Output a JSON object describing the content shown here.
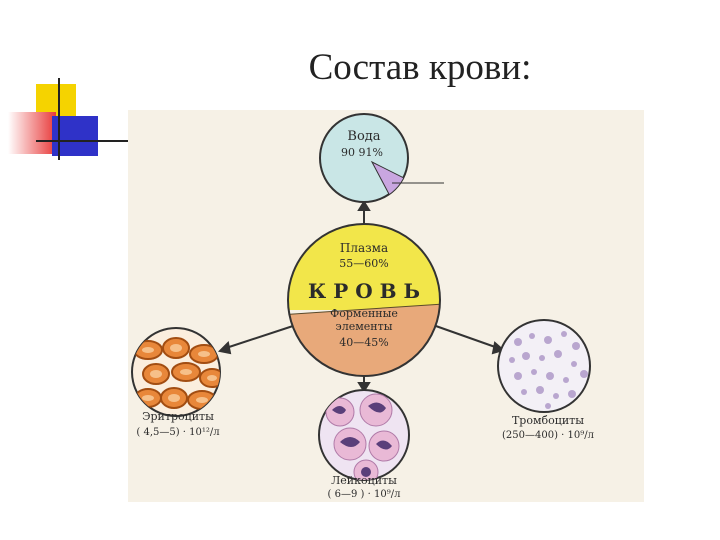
{
  "slide": {
    "title": "Состав крови:"
  },
  "diagram": {
    "center": {
      "plasma_label": "Плазма",
      "plasma_pct": "55—60%",
      "main_label": "К Р О В Ь",
      "formed_label_1": "Форменные",
      "formed_label_2": "элементы",
      "formed_pct": "40—45%"
    },
    "water": {
      "label": "Вода",
      "pct": "90  91%"
    },
    "erythrocytes": {
      "label": "Эритроциты",
      "value": "( 4,5—5) · 10¹²/л"
    },
    "leukocytes": {
      "label": "Лейкоциты",
      "value": "( 6—9 ) · 10⁹/л"
    },
    "thrombocytes": {
      "label": "Тромбоциты",
      "value": "(250—400) · 10⁹/л"
    }
  },
  "colors": {
    "plasma": "#f2e64a",
    "formed": "#e8a97a",
    "water": "#c9e6e6",
    "background": "#f6f1e6",
    "deco_yellow": "#f5d300",
    "deco_red": "#e83a3a",
    "deco_blue": "#2f32c8"
  }
}
